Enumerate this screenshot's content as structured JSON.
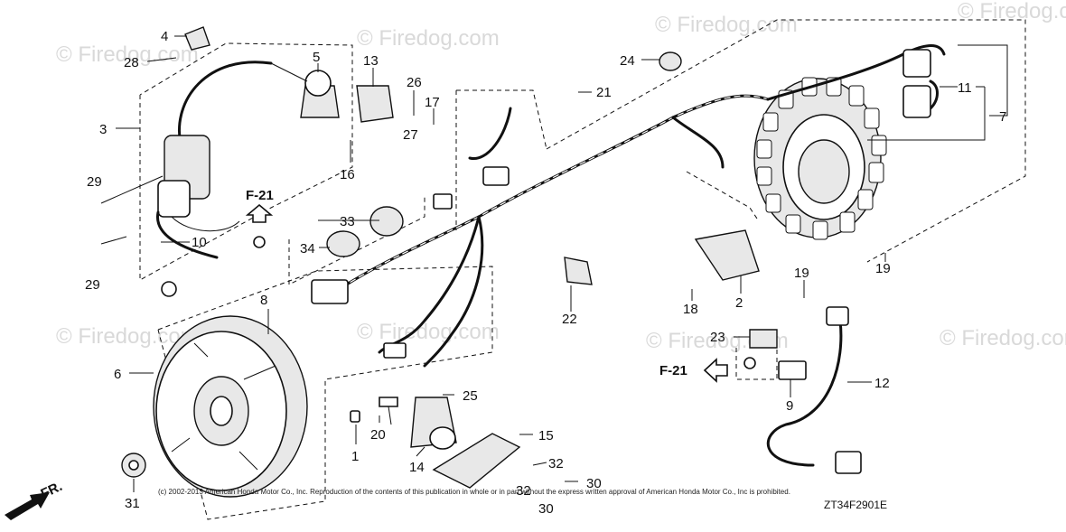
{
  "watermark": "© Firedog.com",
  "copyright": "(c) 2002-2013 American Honda Motor Co., Inc. Reproduction of the contents of this publication in whole or in part without the express written approval of American Honda Motor Co., Inc is prohibited.",
  "diagram_code": "ZT34F2901E",
  "front_label": "FR.",
  "figure_refs": {
    "top": "F-21",
    "right": "F-21"
  },
  "callouts": {
    "c1": "1",
    "c2": "2",
    "c3": "3",
    "c4": "4",
    "c5": "5",
    "c6": "6",
    "c7": "7",
    "c8": "8",
    "c9": "9",
    "c10": "10",
    "c11": "11",
    "c12": "12",
    "c13": "13",
    "c14": "14",
    "c15": "15",
    "c16": "16",
    "c17": "17",
    "c18": "18",
    "c19a": "19",
    "c19b": "19",
    "c20": "20",
    "c21": "21",
    "c22": "22",
    "c23": "23",
    "c24": "24",
    "c25": "25",
    "c26": "26",
    "c27": "27",
    "c28": "28",
    "c29a": "29",
    "c29b": "29",
    "c30a": "30",
    "c30b": "30",
    "c31": "31",
    "c32a": "32",
    "c32b": "32",
    "c33": "33",
    "c34": "34"
  }
}
